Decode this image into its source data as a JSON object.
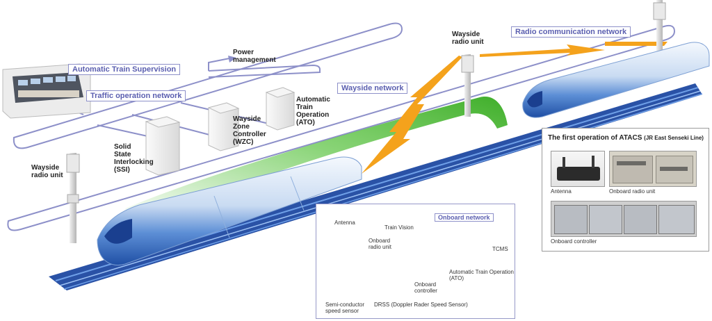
{
  "networks": {
    "ats": "Automatic Train Supervision",
    "traffic": "Traffic operation network",
    "wayside": "Wayside network",
    "radio": "Radio communication network",
    "onboard": "Onboard network"
  },
  "devices": {
    "power": "Power\nmanagement",
    "ato": "Automatic\nTrain\nOperation\n(ATO)",
    "wzc": "Wayside\nZone\nController\n(WZC)",
    "ssi": "Solid\nState\nInterlocking\n(SSI)",
    "wayside_radio_left": "Wayside\nradio unit",
    "wayside_radio_top": "Wayside\nradio unit"
  },
  "onboard_devices": {
    "antenna": "Antenna",
    "train_vision": "Train Vision",
    "radio_unit": "Onboard\nradio unit",
    "tcms": "TCMS",
    "ato": "Automatic Train Operation\n(ATO)",
    "controller": "Onboard\ncontroller",
    "speed_sensor": "Semi-conductor\nspeed sensor",
    "drss": "DRSS (Doppler Rader Speed Sensor)"
  },
  "photos": {
    "title": "The first operation of ATACS",
    "title_sub": "(JR East Senseki Line)",
    "antenna": "Antenna",
    "radio_unit": "Onboard radio unit",
    "controller": "Onboard controller"
  },
  "colors": {
    "network_line": "#8d90c9",
    "radio_wave": "#f4a21c",
    "wayside_wave": "#58c23e",
    "train_blue": "#2f5fb8",
    "track": "#1d3f8a"
  }
}
